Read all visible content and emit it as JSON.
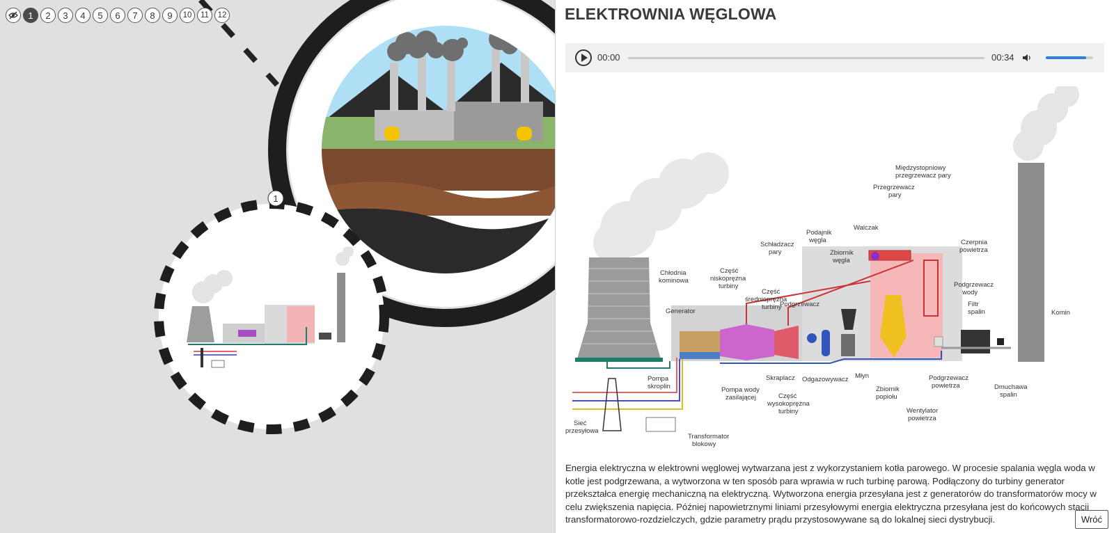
{
  "steps": {
    "hide_icon": "eye-slash-icon",
    "items": [
      "1",
      "2",
      "3",
      "4",
      "5",
      "6",
      "7",
      "8",
      "9",
      "10",
      "11",
      "12"
    ],
    "active_index": 0
  },
  "scene": {
    "marker_label": "1"
  },
  "panel": {
    "title": "ELEKTROWNIA WĘGLOWA",
    "audio": {
      "current_time": "00:00",
      "total_time": "00:34",
      "progress": 0,
      "volume": 0.85
    },
    "diagram_labels": {
      "chlodnia": [
        "Chłodnia",
        "kominowa"
      ],
      "generator": [
        "Generator"
      ],
      "czesc_nisko": [
        "Część",
        "niskoprężna",
        "turbiny"
      ],
      "czesc_srednio": [
        "Część",
        "średnioprężna",
        "turbiny"
      ],
      "schladzacz": [
        "Schładzacz",
        "pary"
      ],
      "podajnik": [
        "Podajnik",
        "węgla"
      ],
      "walczak": [
        "Walczak"
      ],
      "zbiornik_wegla": [
        "Zbiornik",
        "węgla"
      ],
      "przegrzewacz": [
        "Przegrzewacz",
        "pary"
      ],
      "miedzystopniowy": [
        "Międzystopniowy",
        "przegrzewacz pary"
      ],
      "czerpnia": [
        "Czerpnia",
        "powietrza"
      ],
      "podgrzewacz_wody": [
        "Podgrzewacz",
        "wody"
      ],
      "filtr": [
        "Filtr",
        "spalin"
      ],
      "komin": [
        "Komin"
      ],
      "podgrzewacz": [
        "Podgrzewacz"
      ],
      "pompa_skroplin": [
        "Pompa",
        "skroplin"
      ],
      "pompa_wody": [
        "Pompa wody",
        "zasilającej"
      ],
      "skraplacz": [
        "Skraplacz"
      ],
      "czesc_wysoko": [
        "Część",
        "wysokoprężna",
        "turbiny"
      ],
      "odgazowywacz": [
        "Odgazowywacz"
      ],
      "mlyn": [
        "Młyn"
      ],
      "zbiornik_popiolu": [
        "Zbiornik",
        "popiołu"
      ],
      "wentylator": [
        "Wentylator",
        "powietrza"
      ],
      "podgrzewacz_pow": [
        "Podgrzewacz",
        "powietrza"
      ],
      "dmuchawa": [
        "Dmuchawa",
        "spalin"
      ],
      "siec": [
        "Sieć",
        "przesyłowa"
      ],
      "transformator": [
        "Transformator",
        "blokowy"
      ]
    },
    "description": "Energia elektryczna w elektrowni węglowej wytwarzana jest z wykorzystaniem kotła parowego. W procesie spalania węgla woda w kotle jest podgrzewana, a wytworzona w ten sposób para wprawia w ruch turbinę parową. Podłączony do turbiny generator przekształca energię mechaniczną na elektryczną. Wytworzona energia przesyłana jest z generatorów do transformatorów mocy w celu zwiększenia napięcia. Później napowietrznymi liniami przesyłowymi energia elektryczna przesyłana jest do końcowych stacji transformatorowo-rozdzielczych, gdzie parametry prądu przystosowywane są do lokalnej sieci dystrybucji.",
    "back_label": "Wróć"
  }
}
